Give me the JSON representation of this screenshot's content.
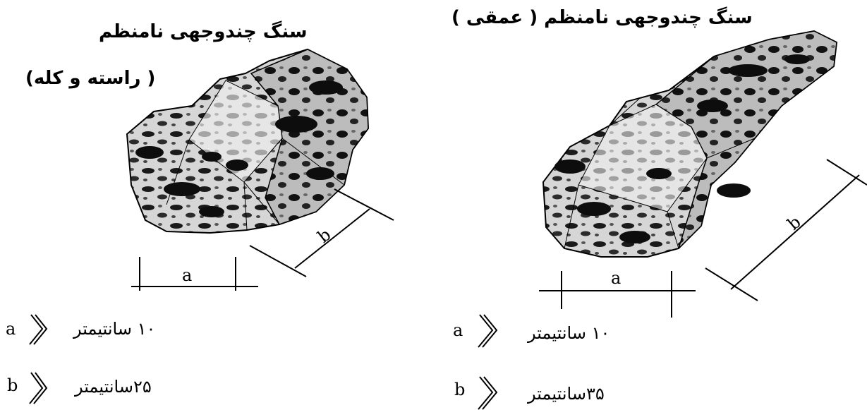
{
  "left_panel": {
    "title": "سنگ چندوجهی نامنظم",
    "subtitle": "( راسته و کله)",
    "dim_a_label": "a",
    "dim_b_label": "b",
    "spec_a": {
      "symbol": "a",
      "value": "۱۰ سانتیمتر"
    },
    "spec_b": {
      "symbol": "b",
      "value": "۲۵سانتیمتر"
    }
  },
  "right_panel": {
    "title": "سنگ چندوجهی نامنظم ( عمقی )",
    "dim_a_label": "a",
    "dim_b_label": "b",
    "spec_a": {
      "symbol": "a",
      "value": "۱۰ سانتیمتر"
    },
    "spec_b": {
      "symbol": "b",
      "value": "۳۵سانتیمتر"
    }
  },
  "colors": {
    "ink": "#000000",
    "stone_dark": "#1a1a1a",
    "stone_mid": "#6e6e6e",
    "stone_light": "#d9d9d9",
    "background": "#ffffff"
  }
}
